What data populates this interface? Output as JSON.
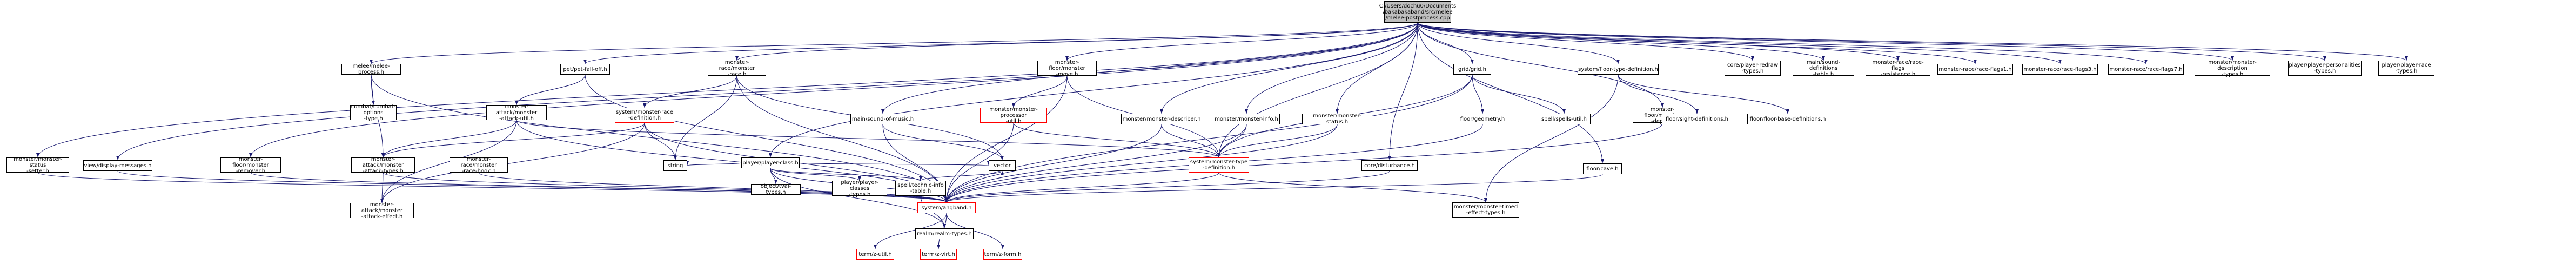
{
  "colors": {
    "edge": "#191970",
    "node_border": "#000000",
    "incomplete_node_border": "#ff0000",
    "root_fill": "#bfbfbf",
    "background": "#ffffff"
  },
  "nodes": [
    {
      "id": "root",
      "label": "C:/Users/dochu0/Documents\n/bakabakaband/src/melee\n/melee-postprocess.cpp",
      "style": "root"
    },
    {
      "id": "melee-process",
      "label": "melee/melee-process.h",
      "style": "normal"
    },
    {
      "id": "combat-options",
      "label": "combat/combat-options\n-type.h",
      "style": "normal"
    },
    {
      "id": "pet-fall-off",
      "label": "pet/pet-fall-off.h",
      "style": "normal"
    },
    {
      "id": "monster-attack-util",
      "label": "monster-attack/monster\n-attack-util.h",
      "style": "normal"
    },
    {
      "id": "monster-race",
      "label": "monster-race/monster\n-race.h",
      "style": "normal"
    },
    {
      "id": "monster-race-definition",
      "label": "system/monster-race\n-definition.h",
      "style": "red"
    },
    {
      "id": "monster-floor-move",
      "label": "monster-floor/monster\n-move.h",
      "style": "normal"
    },
    {
      "id": "monster-processor-util",
      "label": "monster/monster-processor\n-util.h",
      "style": "red"
    },
    {
      "id": "sound-of-music",
      "label": "main/sound-of-music.h",
      "style": "normal"
    },
    {
      "id": "player-class",
      "label": "player/player-class.h",
      "style": "normal"
    },
    {
      "id": "object-flavor",
      "label": "object/tval-types.h",
      "style": "normal"
    },
    {
      "id": "player-classes-types",
      "label": "player/player-classes\n-types.h",
      "style": "normal"
    },
    {
      "id": "spell-class-info",
      "label": "spell/technic-info\n-table.h",
      "style": "normal"
    },
    {
      "id": "monster-describer",
      "label": "monster/monster-describer.h",
      "style": "normal"
    },
    {
      "id": "monster-info",
      "label": "monster/monster-info.h",
      "style": "normal"
    },
    {
      "id": "monster-status",
      "label": "monster/monster-status.h",
      "style": "normal"
    },
    {
      "id": "monster-type-definition",
      "label": "system/monster-type\n-definition.h",
      "style": "red"
    },
    {
      "id": "grid",
      "label": "grid/grid.h",
      "style": "normal"
    },
    {
      "id": "floor-geometry",
      "label": "floor/geometry.h",
      "style": "normal"
    },
    {
      "id": "spells-util",
      "label": "spell/spells-util.h",
      "style": "normal"
    },
    {
      "id": "floor-type-definition",
      "label": "system/floor-type-definition.h",
      "style": "normal"
    },
    {
      "id": "monster-floor-depth",
      "label": "monster-floor/monster\n-depth.h",
      "style": "normal"
    },
    {
      "id": "floor-cave",
      "label": "floor/cave.h",
      "style": "normal"
    },
    {
      "id": "sight-definitions",
      "label": "floor/sight-definitions.h",
      "style": "normal"
    },
    {
      "id": "floor-base-definitions",
      "label": "floor/floor-base-definitions.h",
      "style": "normal"
    },
    {
      "id": "player-redraw-types",
      "label": "core/player-redraw\n-types.h",
      "style": "normal"
    },
    {
      "id": "sound-definitions-table",
      "label": "main/sound-definitions\n-table.h",
      "style": "normal"
    },
    {
      "id": "race-flags-resistance",
      "label": "monster-race/race-flags\n-resistance.h",
      "style": "normal"
    },
    {
      "id": "race-flags1",
      "label": "monster-race/race-flags1.h",
      "style": "normal"
    },
    {
      "id": "race-flags3",
      "label": "monster-race/race-flags3.h",
      "style": "normal"
    },
    {
      "id": "race-flags7",
      "label": "monster-race/race-flags7.h",
      "style": "normal"
    },
    {
      "id": "monster-description-types",
      "label": "monster/monster-description\n-types.h",
      "style": "normal"
    },
    {
      "id": "player-personalities-types",
      "label": "player/player-personalities\n-types.h",
      "style": "normal"
    },
    {
      "id": "player-race-types",
      "label": "player/player-race\n-types.h",
      "style": "normal"
    },
    {
      "id": "monster-status-setter",
      "label": "monster/monster-status\n-setter.h",
      "style": "normal"
    },
    {
      "id": "display-messages",
      "label": "view/display-messages.h",
      "style": "normal"
    },
    {
      "id": "monster-remover",
      "label": "monster-floor/monster\n-remover.h",
      "style": "normal"
    },
    {
      "id": "monster-attack-types",
      "label": "monster-attack/monster\n-attack-types.h",
      "style": "normal"
    },
    {
      "id": "race-hook",
      "label": "monster-race/monster\n-race-hook.h",
      "style": "normal"
    },
    {
      "id": "string",
      "label": "string",
      "style": "normal"
    },
    {
      "id": "vector",
      "label": "vector",
      "style": "normal"
    },
    {
      "id": "disturbance",
      "label": "core/disturbance.h",
      "style": "normal"
    },
    {
      "id": "angband",
      "label": "system/angband.h",
      "style": "hub"
    },
    {
      "id": "monster-attack-effect",
      "label": "monster-attack/monster\n-attack-effect.h",
      "style": "normal"
    },
    {
      "id": "realm-types",
      "label": "realm/realm-types.h",
      "style": "normal"
    },
    {
      "id": "monster-timed-effect-types",
      "label": "monster/monster-timed\n-effect-types.h",
      "style": "normal"
    },
    {
      "id": "h-util",
      "label": "term/z-util.h",
      "style": "red"
    },
    {
      "id": "h-virt",
      "label": "term/z-virt.h",
      "style": "red"
    },
    {
      "id": "h-form",
      "label": "term/z-form.h",
      "style": "red"
    }
  ],
  "edges": [
    [
      "root",
      "melee-process"
    ],
    [
      "root",
      "pet-fall-off"
    ],
    [
      "root",
      "monster-race"
    ],
    [
      "root",
      "monster-floor-move"
    ],
    [
      "root",
      "sound-of-music"
    ],
    [
      "root",
      "player-class"
    ],
    [
      "root",
      "monster-describer"
    ],
    [
      "root",
      "monster-info"
    ],
    [
      "root",
      "monster-status"
    ],
    [
      "root",
      "grid"
    ],
    [
      "root",
      "floor-type-definition"
    ],
    [
      "root",
      "player-redraw-types"
    ],
    [
      "root",
      "sound-definitions-table"
    ],
    [
      "root",
      "race-flags-resistance"
    ],
    [
      "root",
      "race-flags1"
    ],
    [
      "root",
      "race-flags3"
    ],
    [
      "root",
      "race-flags7"
    ],
    [
      "root",
      "monster-description-types"
    ],
    [
      "root",
      "player-personalities-types"
    ],
    [
      "root",
      "player-race-types"
    ],
    [
      "root",
      "monster-status-setter"
    ],
    [
      "root",
      "display-messages"
    ],
    [
      "root",
      "monster-remover"
    ],
    [
      "root",
      "disturbance"
    ],
    [
      "root",
      "monster-floor-depth"
    ],
    [
      "root",
      "floor-cave"
    ],
    [
      "root",
      "monster-type-definition"
    ],
    [
      "melee-process",
      "combat-options"
    ],
    [
      "melee-process",
      "monster-attack-types"
    ],
    [
      "melee-process",
      "angband"
    ],
    [
      "pet-fall-off",
      "monster-attack-util"
    ],
    [
      "pet-fall-off",
      "angband"
    ],
    [
      "monster-attack-util",
      "monster-attack-types"
    ],
    [
      "monster-attack-util",
      "monster-attack-effect"
    ],
    [
      "monster-attack-util",
      "angband"
    ],
    [
      "monster-attack-util",
      "monster-type-definition"
    ],
    [
      "monster-race",
      "monster-race-definition"
    ],
    [
      "monster-race",
      "string"
    ],
    [
      "monster-race",
      "vector"
    ],
    [
      "monster-race",
      "angband"
    ],
    [
      "monster-race-definition",
      "monster-attack-types"
    ],
    [
      "monster-race-definition",
      "monster-attack-effect"
    ],
    [
      "monster-race-definition",
      "angband"
    ],
    [
      "monster-race-definition",
      "string"
    ],
    [
      "monster-floor-move",
      "monster-processor-util"
    ],
    [
      "monster-floor-move",
      "angband"
    ],
    [
      "monster-floor-move",
      "monster-type-definition"
    ],
    [
      "monster-processor-util",
      "angband"
    ],
    [
      "monster-processor-util",
      "monster-type-definition"
    ],
    [
      "sound-of-music",
      "angband"
    ],
    [
      "sound-of-music",
      "vector"
    ],
    [
      "player-class",
      "object-flavor"
    ],
    [
      "player-class",
      "player-classes-types"
    ],
    [
      "player-class",
      "spell-class-info"
    ],
    [
      "player-class",
      "angband"
    ],
    [
      "player-class",
      "realm-types"
    ],
    [
      "player-class",
      "string"
    ],
    [
      "player-class",
      "vector"
    ],
    [
      "spell-class-info",
      "angband"
    ],
    [
      "spell-class-info",
      "realm-types"
    ],
    [
      "spell-class-info",
      "vector"
    ],
    [
      "monster-describer",
      "monster-type-definition"
    ],
    [
      "monster-describer",
      "angband"
    ],
    [
      "monster-info",
      "monster-type-definition"
    ],
    [
      "monster-info",
      "angband"
    ],
    [
      "monster-status",
      "monster-type-definition"
    ],
    [
      "monster-status",
      "angband"
    ],
    [
      "monster-type-definition",
      "angband"
    ],
    [
      "monster-type-definition",
      "monster-timed-effect-types"
    ],
    [
      "grid",
      "floor-geometry"
    ],
    [
      "grid",
      "spells-util"
    ],
    [
      "grid",
      "angband"
    ],
    [
      "grid",
      "monster-type-definition"
    ],
    [
      "floor-geometry",
      "angband"
    ],
    [
      "floor-type-definition",
      "sight-definitions"
    ],
    [
      "floor-type-definition",
      "floor-base-definitions"
    ],
    [
      "floor-type-definition",
      "monster-timed-effect-types"
    ],
    [
      "monster-floor-depth",
      "angband"
    ],
    [
      "floor-cave",
      "angband"
    ],
    [
      "monster-status-setter",
      "angband"
    ],
    [
      "display-messages",
      "angband"
    ],
    [
      "monster-remover",
      "angband"
    ],
    [
      "monster-attack-types",
      "monster-attack-effect"
    ],
    [
      "monster-attack-types",
      "angband"
    ],
    [
      "race-hook",
      "angband"
    ],
    [
      "disturbance",
      "angband"
    ],
    [
      "angband",
      "h-util"
    ],
    [
      "angband",
      "h-virt"
    ],
    [
      "angband",
      "h-form"
    ]
  ]
}
